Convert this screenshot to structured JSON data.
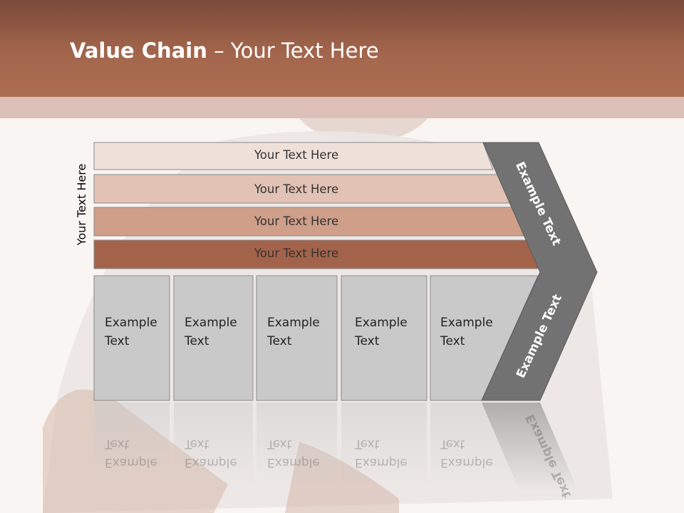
{
  "title": {
    "bold": "Value Chain",
    "rest": " – Your Text Here"
  },
  "side_label": "Your Text Here",
  "bars": [
    {
      "label": "Your Text Here",
      "color": "#f0e0da"
    },
    {
      "label": "Your Text Here",
      "color": "#e2c2b4"
    },
    {
      "label": "Your Text Here",
      "color": "#cf9f8a"
    },
    {
      "label": "Your Text Here",
      "color": "#a3634a"
    }
  ],
  "boxes": [
    {
      "label": "Example\nText"
    },
    {
      "label": "Example\nText"
    },
    {
      "label": "Example\nText"
    },
    {
      "label": "Example\nText"
    },
    {
      "label": "Example\nText"
    }
  ],
  "chevron": {
    "upper_label": "Example Text",
    "lower_label": "Example Text",
    "color": "#727272"
  },
  "colors": {
    "header": "#a3664c",
    "band": "#dcc0b7",
    "box": "#c9c9c9"
  }
}
